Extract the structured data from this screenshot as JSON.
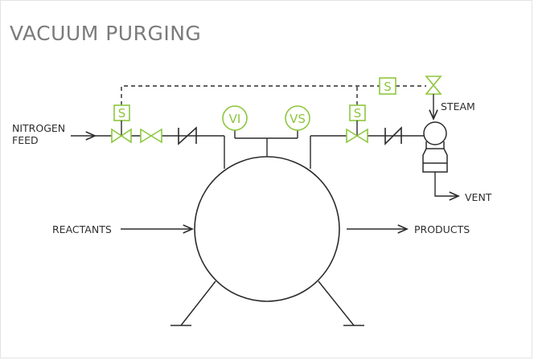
{
  "title": "VACUUM PURGING",
  "labels": {
    "nitrogen_line1": "NITROGEN",
    "nitrogen_line2": "FEED",
    "steam": "STEAM",
    "vent": "VENT",
    "reactants": "REACTANTS",
    "products": "PRODUCTS"
  },
  "instruments": {
    "vi": "VI",
    "vs": "VS"
  },
  "solenoid_label": "S",
  "colors": {
    "line": "#2b2b2b",
    "accent": "#8dc63f",
    "title": "#7b7b7b"
  }
}
